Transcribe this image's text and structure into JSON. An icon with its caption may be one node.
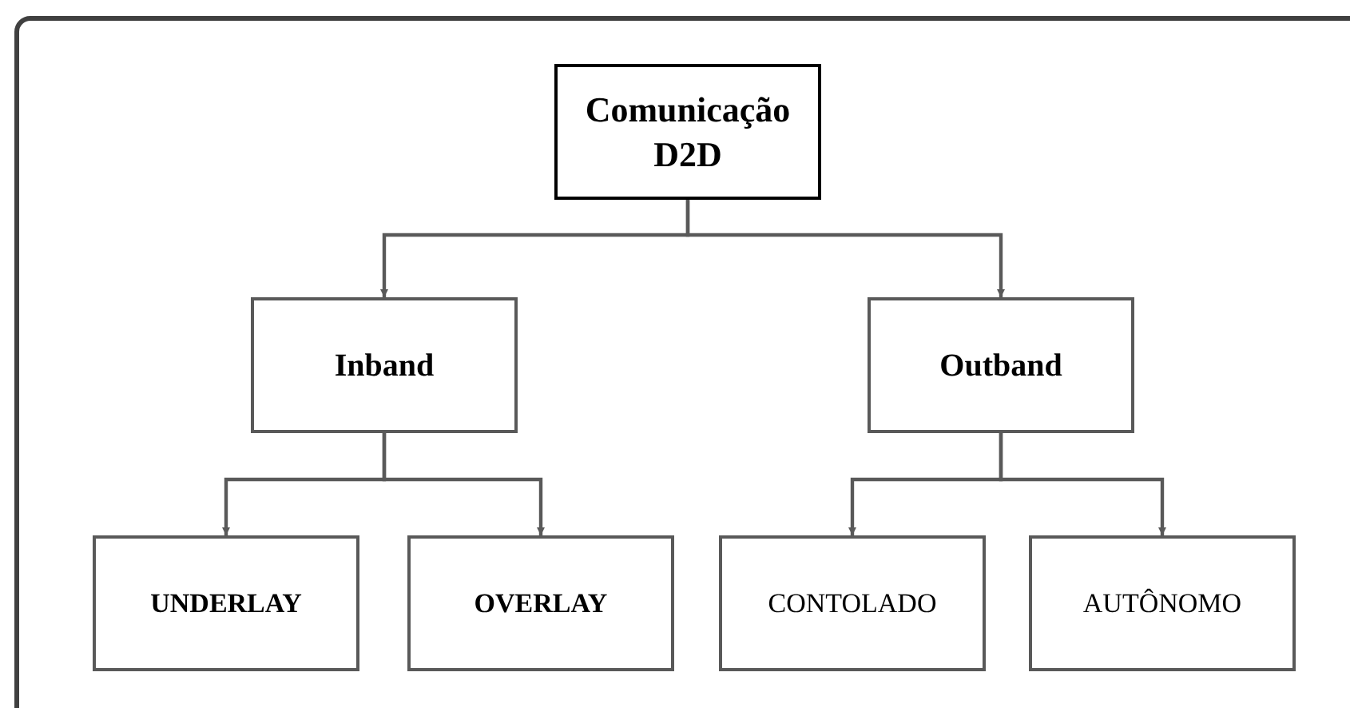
{
  "diagram": {
    "nodes": [
      {
        "text": [
          "Comunicação D2D"
        ]
      },
      {
        "text": [
          "Inband"
        ]
      },
      {
        "text": [
          "Outband"
        ]
      },
      {
        "text": [
          "UNDERLAY"
        ]
      },
      {
        "text": [
          "OVERLAY"
        ]
      },
      {
        "text": [
          "CONTOLADO"
        ]
      },
      {
        "text": [
          "AUTÔNOMO"
        ]
      }
    ],
    "edges": [
      {
        "from": 0,
        "to": 1,
        "arrow": "to"
      },
      {
        "from": 0,
        "to": 2,
        "arrow": "to"
      },
      {
        "from": 1,
        "to": 3,
        "arrow": "to"
      },
      {
        "from": 1,
        "to": 4,
        "arrow": "to"
      },
      {
        "from": 2,
        "to": 5,
        "arrow": "to"
      },
      {
        "from": 2,
        "to": 6,
        "arrow": "to"
      }
    ]
  }
}
